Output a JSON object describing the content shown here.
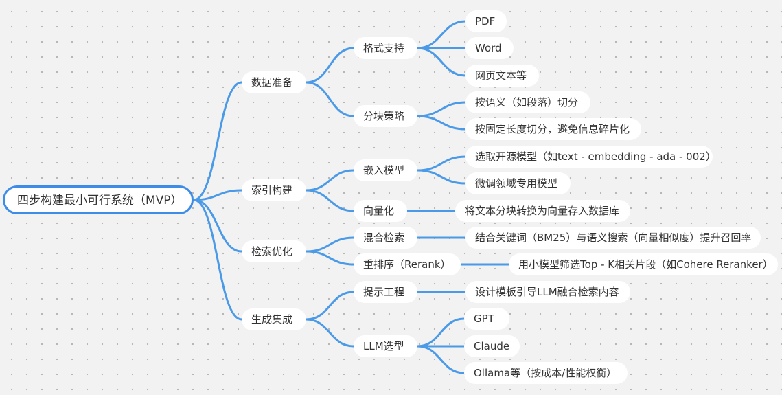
{
  "mindmap": {
    "root": "四步构建最小可行系统（MVP）",
    "steps": [
      {
        "label": "数据准备",
        "subs": [
          {
            "label": "格式支持",
            "leaves": [
              "PDF",
              "Word",
              "网页文本等"
            ]
          },
          {
            "label": "分块策略",
            "leaves": [
              "按语义（如段落）切分",
              "按固定长度切分，避免信息碎片化"
            ]
          }
        ]
      },
      {
        "label": "索引构建",
        "subs": [
          {
            "label": "嵌入模型",
            "leaves": [
              "选取开源模型（如text - embedding - ada - 002）",
              "微调领域专用模型"
            ]
          },
          {
            "label": "向量化",
            "leaves": [
              "将文本分块转换为向量存入数据库"
            ]
          }
        ]
      },
      {
        "label": "检索优化",
        "subs": [
          {
            "label": "混合检索",
            "leaves": [
              "结合关键词（BM25）与语义搜索（向量相似度）提升召回率"
            ]
          },
          {
            "label": "重排序（Rerank）",
            "leaves": [
              "用小模型筛选Top - K相关片段（如Cohere Reranker）"
            ]
          }
        ]
      },
      {
        "label": "生成集成",
        "subs": [
          {
            "label": "提示工程",
            "leaves": [
              "设计模板引导LLM融合检索内容"
            ]
          },
          {
            "label": "LLM选型",
            "leaves": [
              "GPT",
              "Claude",
              "Ollama等（按成本/性能权衡）"
            ]
          }
        ]
      }
    ],
    "colors": {
      "connector": "#4a9ae8",
      "root_border": "#3d8ce8",
      "node_bg": "#ffffff",
      "text": "#333333",
      "background": "#f2f2f2"
    }
  }
}
